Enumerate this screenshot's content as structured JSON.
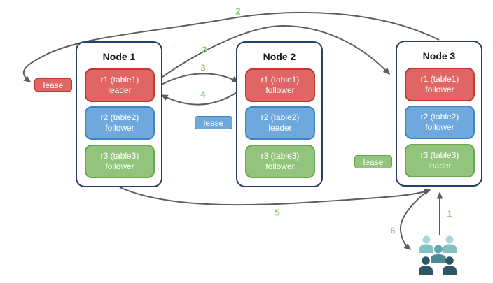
{
  "diagram": {
    "nodes": [
      {
        "title": "Node 1",
        "replicas": [
          {
            "name": "r1 (table1)",
            "role": "leader",
            "color": "red"
          },
          {
            "name": "r2 (table2)",
            "role": "follower",
            "color": "blue"
          },
          {
            "name": "r3 (table3)",
            "role": "follower",
            "color": "green"
          }
        ]
      },
      {
        "title": "Node 2",
        "replicas": [
          {
            "name": "r1 (table1)",
            "role": "follower",
            "color": "red"
          },
          {
            "name": "r2 (table2)",
            "role": "leader",
            "color": "blue"
          },
          {
            "name": "r3 (table3)",
            "role": "follower",
            "color": "green"
          }
        ]
      },
      {
        "title": "Node 3",
        "replicas": [
          {
            "name": "r1 (table1)",
            "role": "follower",
            "color": "red"
          },
          {
            "name": "r2 (table2)",
            "role": "follower",
            "color": "blue"
          },
          {
            "name": "r3 (table3)",
            "role": "leader",
            "color": "green"
          }
        ]
      }
    ],
    "leases": [
      {
        "label": "lease",
        "color": "#e06666"
      },
      {
        "label": "lease",
        "color": "#6fa8dc"
      },
      {
        "label": "lease",
        "color": "#93c47d"
      }
    ],
    "step_labels": {
      "step1": "1",
      "step2": "2",
      "step3a": "3",
      "step3b": "3",
      "step4": "4",
      "step5": "5",
      "step6": "6"
    },
    "icons": {
      "clients": "users-group-icon"
    },
    "colors": {
      "replica_red": "#e06666",
      "replica_red_border": "#c0392b",
      "replica_blue": "#6fa8dc",
      "replica_blue_border": "#3d85c6",
      "replica_green": "#93c47d",
      "replica_green_border": "#6aa84f",
      "node_border": "#24406b",
      "arrow": "#5e5e5e",
      "step_label": "#93c47d",
      "people_light_head": "#a9d8d8",
      "people_light_body": "#82c0c2",
      "people_mid_head": "#63a8b0",
      "people_mid_body": "#4e8894",
      "people_dark": "#2e5766"
    }
  }
}
